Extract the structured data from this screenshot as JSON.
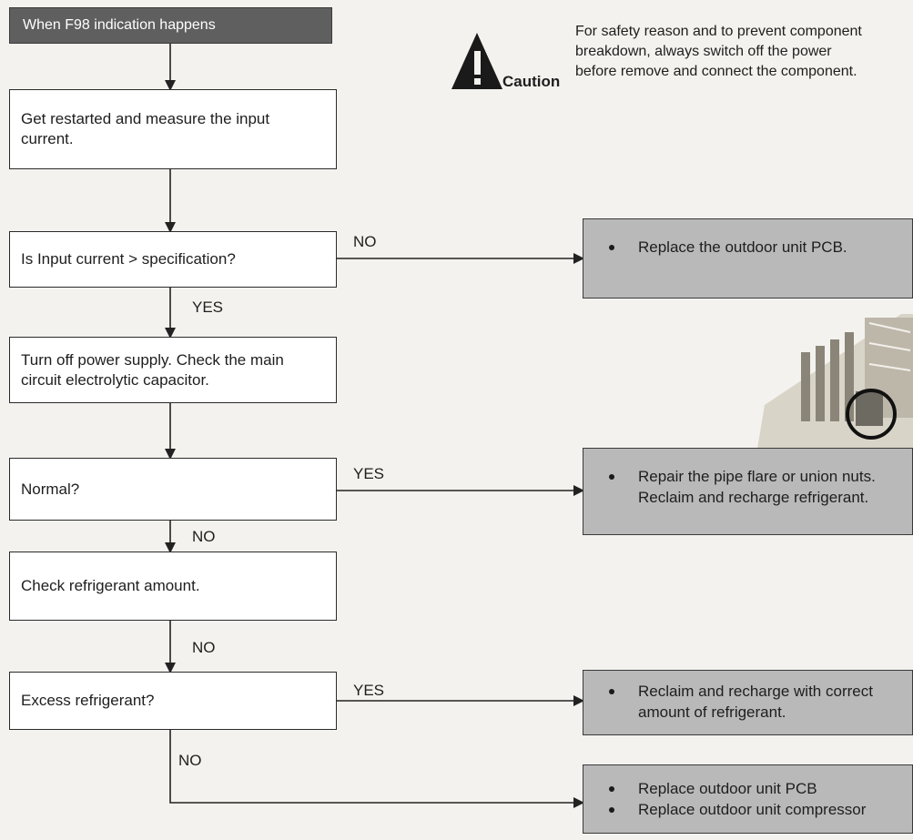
{
  "header": {
    "label": "When F98 indication happens"
  },
  "caution": {
    "word": "Caution",
    "lines": [
      "For safety reason and to prevent component",
      "breakdown, always switch off the power",
      "before remove and connect the component."
    ]
  },
  "steps": [
    {
      "lines": [
        "Get restarted and measure the input",
        "current."
      ]
    },
    {
      "lines": [
        "Is Input current > specification?"
      ]
    },
    {
      "lines": [
        "Turn off power supply. Check the main",
        "circuit electrolytic capacitor."
      ]
    },
    {
      "lines": [
        "Normal?"
      ]
    },
    {
      "lines": [
        "Check refrigerant amount."
      ]
    },
    {
      "lines": [
        "Excess refrigerant?"
      ]
    }
  ],
  "branch_labels": {
    "b1_side": "NO",
    "b1_down": "YES",
    "b2_side": "YES",
    "b2_down": "NO",
    "b3_down": "NO",
    "b4_side": "YES",
    "b4_down": "NO"
  },
  "actions": [
    {
      "items": [
        "Replace the outdoor unit PCB."
      ]
    },
    {
      "items": [
        "Repair the pipe flare or union nuts.",
        "Reclaim and recharge refrigerant."
      ]
    },
    {
      "items": [
        "Reclaim and recharge with correct",
        "amount of refrigerant."
      ]
    },
    {
      "items": [
        "Replace outdoor unit PCB",
        "Replace outdoor unit compressor"
      ]
    }
  ]
}
